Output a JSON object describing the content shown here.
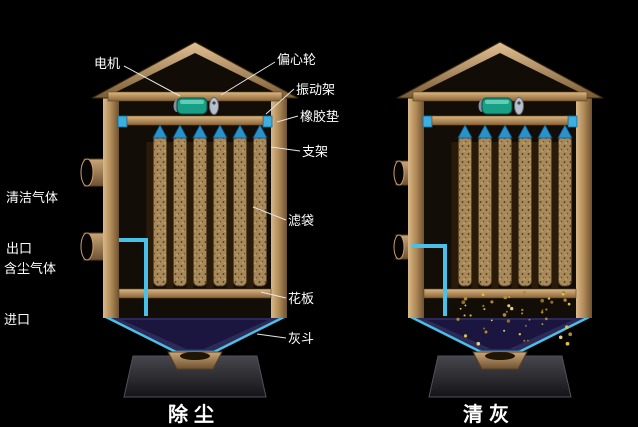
{
  "titles": {
    "left": "除尘",
    "right": "清灰"
  },
  "labels": {
    "motor": "电机",
    "eccentric_wheel": "偏心轮",
    "vibration_frame": "振动架",
    "rubber_pad": "橡胶垫",
    "support": "支架",
    "filter_bag": "滤袋",
    "tube_sheet": "花板",
    "ash_hopper": "灰斗",
    "clean_gas_outlet_line1": "清洁气体",
    "clean_gas_outlet_line2": "出口",
    "dust_gas_inlet_line1": "含尘气体",
    "dust_gas_inlet_line2": "进口"
  },
  "colors": {
    "label_text": "#ffffff",
    "shell_tan": "#c8a070",
    "duct_blue": "#49c0e8",
    "motor_green": "#18a086",
    "hopper_purple": "#2e2a58",
    "dust_yellow": "#d8c050",
    "background": "#000000"
  }
}
